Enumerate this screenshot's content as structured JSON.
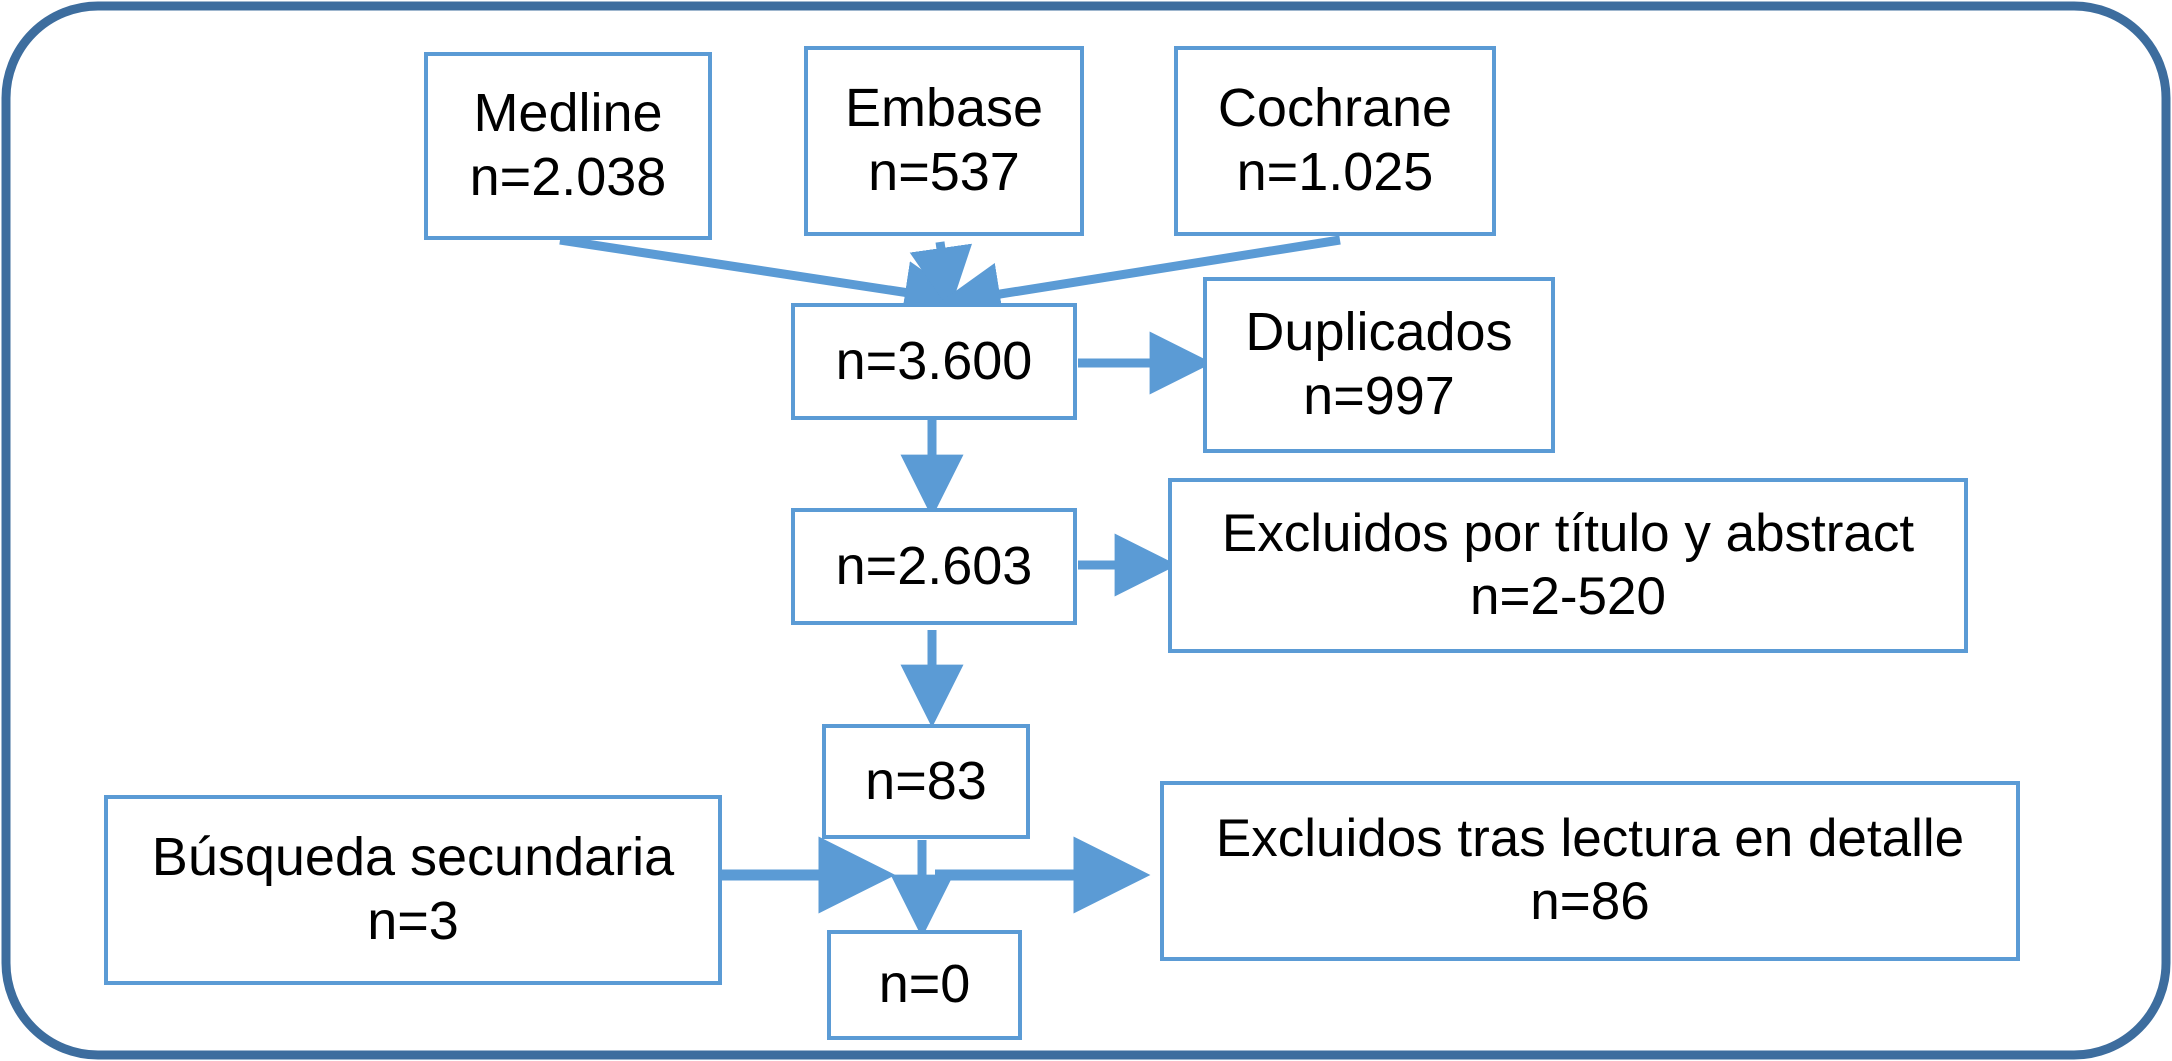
{
  "diagram": {
    "title": "Diagrama de flujo de selección de estudios",
    "type": "prisma-flow-diagram",
    "language": "es",
    "colors": {
      "frame_border": "#3d6d9e",
      "node_border": "#5b9bd5",
      "arrow": "#5b9bd5",
      "text": "#000000",
      "background": "#ffffff"
    },
    "frame": {
      "shape": "rounded-rectangle",
      "corner_radius": 90
    }
  },
  "nodes": {
    "medline": {
      "line1": "Medline",
      "line2": "n=2.038"
    },
    "embase": {
      "line1": "Embase",
      "line2": "n=537"
    },
    "cochrane": {
      "line1": "Cochrane",
      "line2": "n=1.025"
    },
    "identified": {
      "line1": "n=3.600",
      "line2": ""
    },
    "duplicates": {
      "line1": "Duplicados",
      "line2": "n=997"
    },
    "screened": {
      "line1": "n=2.603",
      "line2": ""
    },
    "excluded_title_abstract": {
      "line1": "Excluidos por título y abstract",
      "line2": "n=2-520"
    },
    "fulltext": {
      "line1": "n=83",
      "line2": ""
    },
    "secondary_search": {
      "line1": "Búsqueda secundaria",
      "line2": "n=3"
    },
    "excluded_fulltext": {
      "line1": "Excluidos tras lectura en detalle",
      "line2": "n=86"
    },
    "included": {
      "line1": "n=0",
      "line2": ""
    }
  },
  "chart_data": {
    "type": "diagram",
    "title": "PRISMA study selection flow",
    "stages": [
      {
        "id": "medline",
        "label": "Medline",
        "n": 2038,
        "n_display": "n=2.038",
        "stage": "identification"
      },
      {
        "id": "embase",
        "label": "Embase",
        "n": 537,
        "n_display": "n=537",
        "stage": "identification"
      },
      {
        "id": "cochrane",
        "label": "Cochrane",
        "n": 1025,
        "n_display": "n=1.025",
        "stage": "identification"
      },
      {
        "id": "identified",
        "label": "",
        "n": 3600,
        "n_display": "n=3.600",
        "stage": "records-identified"
      },
      {
        "id": "duplicates",
        "label": "Duplicados",
        "n": 997,
        "n_display": "n=997",
        "stage": "excluded"
      },
      {
        "id": "screened",
        "label": "",
        "n": 2603,
        "n_display": "n=2.603",
        "stage": "records-screened"
      },
      {
        "id": "excluded_title_abstract",
        "label": "Excluidos por título y abstract",
        "n": 2520,
        "n_display": "n=2-520",
        "stage": "excluded"
      },
      {
        "id": "fulltext",
        "label": "",
        "n": 83,
        "n_display": "n=83",
        "stage": "full-text-assessed"
      },
      {
        "id": "secondary_search",
        "label": "Búsqueda secundaria",
        "n": 3,
        "n_display": "n=3",
        "stage": "additional-records"
      },
      {
        "id": "excluded_fulltext",
        "label": "Excluidos tras lectura en detalle",
        "n": 86,
        "n_display": "n=86",
        "stage": "excluded"
      },
      {
        "id": "included",
        "label": "",
        "n": 0,
        "n_display": "n=0",
        "stage": "included"
      }
    ],
    "edges": [
      {
        "from": "medline",
        "to": "identified"
      },
      {
        "from": "embase",
        "to": "identified"
      },
      {
        "from": "cochrane",
        "to": "identified"
      },
      {
        "from": "identified",
        "to": "duplicates"
      },
      {
        "from": "identified",
        "to": "screened"
      },
      {
        "from": "screened",
        "to": "excluded_title_abstract"
      },
      {
        "from": "screened",
        "to": "fulltext"
      },
      {
        "from": "secondary_search",
        "to": "fulltext"
      },
      {
        "from": "fulltext",
        "to": "excluded_fulltext"
      },
      {
        "from": "fulltext",
        "to": "included"
      }
    ]
  }
}
